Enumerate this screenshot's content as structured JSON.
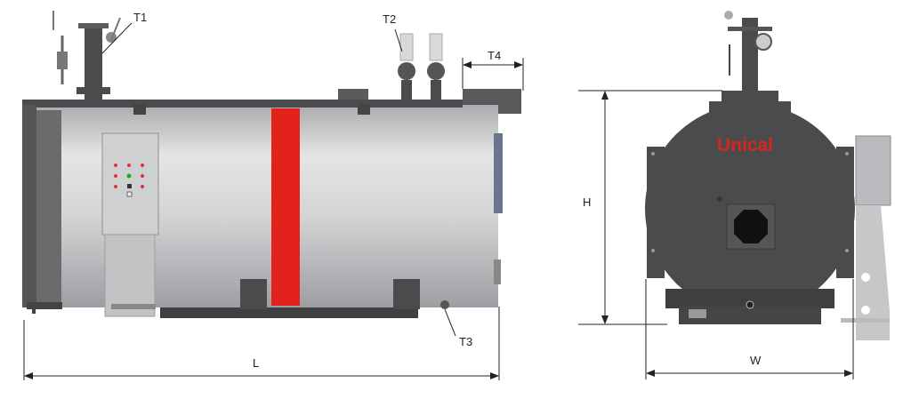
{
  "labels": {
    "t1": "T1",
    "t2": "T2",
    "t3": "T3",
    "t4": "T4",
    "length": "L",
    "height": "H",
    "width": "W"
  },
  "logo_text": "Unical",
  "colors": {
    "shell": "#c9cacc",
    "dark_metal": "#4a4b4d",
    "accent_stripe": "#e3231b",
    "logo": "#d8261c"
  }
}
